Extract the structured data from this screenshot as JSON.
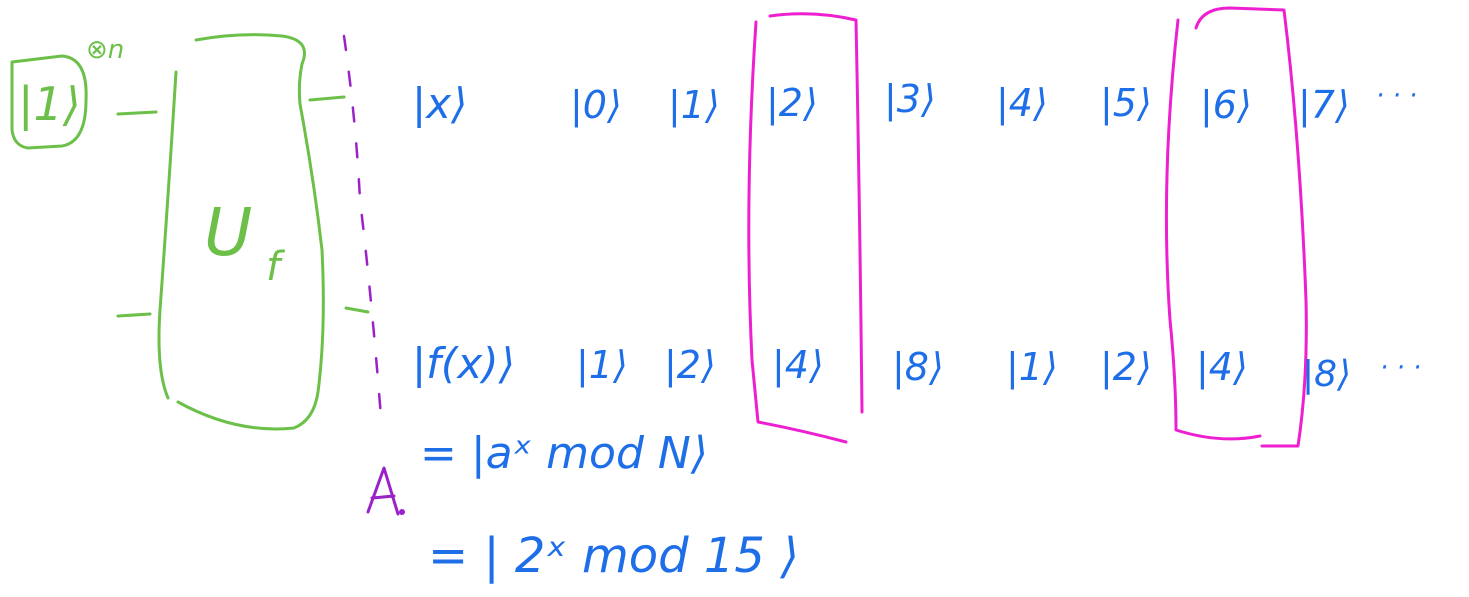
{
  "colors": {
    "green": "#6cc04a",
    "blue": "#1e6ee8",
    "magenta": "#ee1fd0",
    "purple": "#9b22c8"
  },
  "input": {
    "state_label": "|1⟩",
    "tensor_power": "⊗n"
  },
  "gate": {
    "label": "U",
    "subscript": "f"
  },
  "register_x": {
    "symbol": "|x⟩",
    "states": [
      "|0⟩",
      "|1⟩",
      "|2⟩",
      "|3⟩",
      "|4⟩",
      "|5⟩",
      "|6⟩",
      "|7⟩"
    ],
    "ellipsis": "· · ·"
  },
  "register_f": {
    "symbol": "|f(x)⟩",
    "states": [
      "|1⟩",
      "|2⟩",
      "|4⟩",
      "|8⟩",
      "|1⟩",
      "|2⟩",
      "|4⟩",
      "|8⟩"
    ],
    "ellipsis": "· · ·"
  },
  "equations": {
    "line1": "= |aˣ mod N⟩",
    "line2": "= | 2ˣ mod 15 ⟩"
  },
  "marker": {
    "label": "A."
  }
}
